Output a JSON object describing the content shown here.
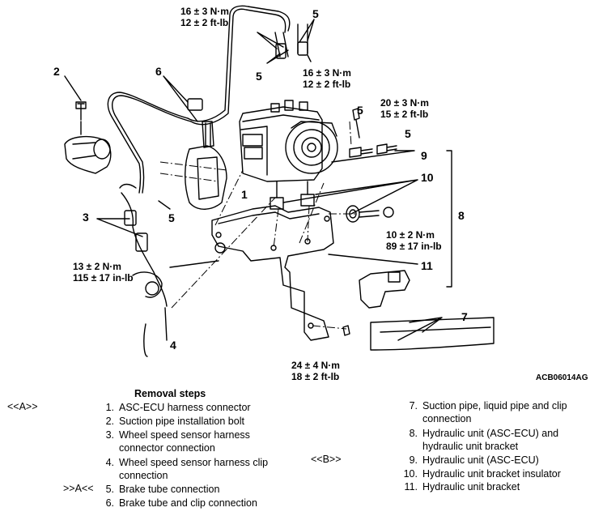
{
  "torque": {
    "t1": [
      "16 ± 3 N·m",
      "12 ± 2 ft-lb"
    ],
    "t2": [
      "16 ± 3 N·m",
      "12 ± 2 ft-lb"
    ],
    "t3": [
      "20 ± 3 N·m",
      "15 ± 2 ft-lb"
    ],
    "t4": [
      "10 ± 2 N·m",
      "89 ± 17 in-lb"
    ],
    "t5": [
      "13 ± 2 N·m",
      "115 ± 17 in-lb"
    ],
    "t6": [
      "24 ± 4 N·m",
      "18 ± 2 ft-lb"
    ]
  },
  "callouts": [
    "1",
    "2",
    "3",
    "4",
    "5",
    "6",
    "7",
    "8",
    "9",
    "10",
    "11"
  ],
  "figure_code": "ACB06014AG",
  "steps_title": "Removal steps",
  "steps_left": [
    {
      "n": "1.",
      "text": "ASC-ECU harness connector",
      "ref": "<<A>>"
    },
    {
      "n": "2.",
      "text": "Suction pipe installation bolt",
      "ref": ""
    },
    {
      "n": "3.",
      "text": "Wheel speed sensor harness connector connection",
      "ref": ""
    },
    {
      "n": "4.",
      "text": "Wheel speed sensor harness clip connection",
      "ref": ""
    },
    {
      "n": "5.",
      "text": "Brake tube connection",
      "ref": ">>A<<"
    },
    {
      "n": "6.",
      "text": "Brake tube and clip connection",
      "ref": ""
    }
  ],
  "steps_right": [
    {
      "n": "7.",
      "text": "Suction pipe, liquid pipe and clip connection"
    },
    {
      "n": "8.",
      "text": "Hydraulic unit (ASC-ECU) and hydraulic unit bracket"
    },
    {
      "n": "9.",
      "text": "Hydraulic unit (ASC-ECU)"
    },
    {
      "n": "10.",
      "text": "Hydraulic unit bracket insulator"
    },
    {
      "n": "11.",
      "text": "Hydraulic unit bracket"
    }
  ],
  "ref_b": "<<B>>"
}
